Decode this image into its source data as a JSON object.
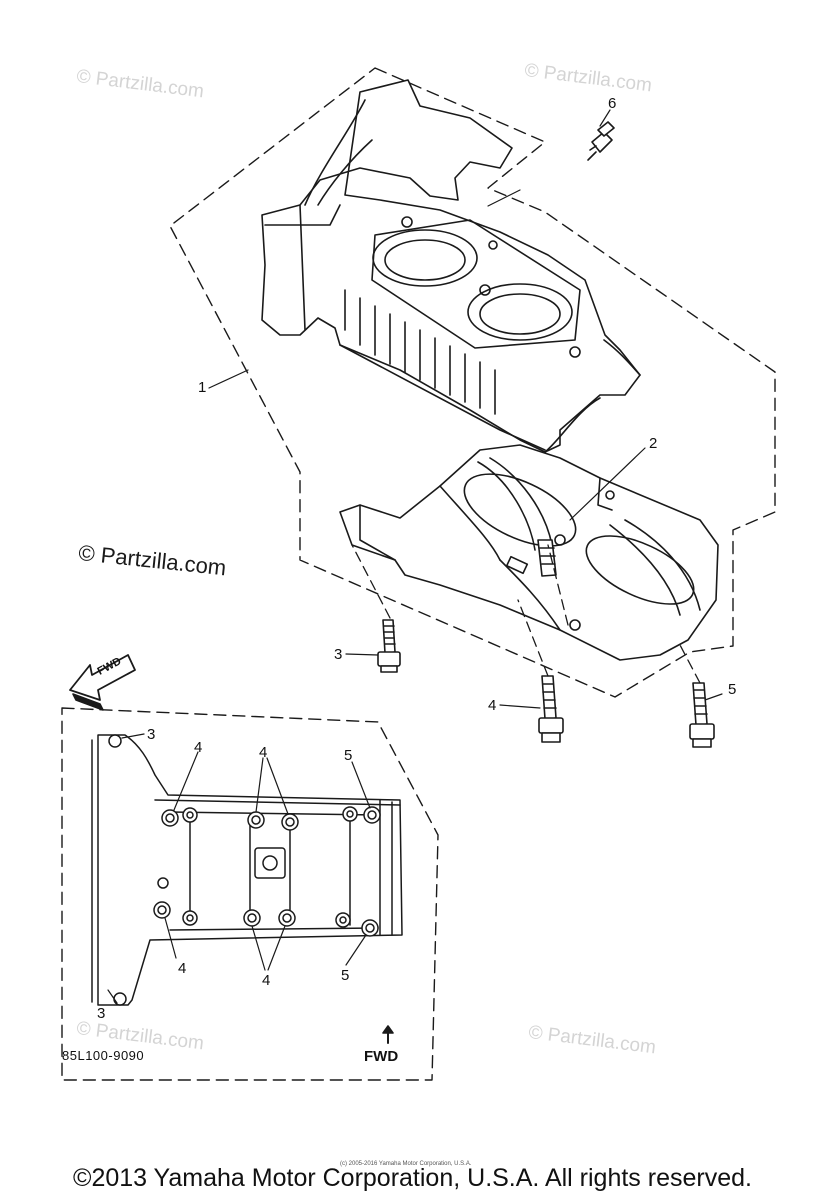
{
  "watermarks": {
    "top_left": "© Partzilla.com",
    "top_right": "© Partzilla.com",
    "middle_left": "© Partzilla.com",
    "bottom_left": "© Partzilla.com",
    "bottom_right": "© Partzilla.com"
  },
  "callouts": {
    "p1": "1",
    "p2": "2",
    "p3": "3",
    "p4": "4",
    "p5": "5",
    "p6": "6"
  },
  "inset_callouts": {
    "top_3": "3",
    "top_4a": "4",
    "top_4b": "4",
    "top_5": "5",
    "bottom_4a": "4",
    "bottom_4b": "4",
    "bottom_5": "5",
    "bottom_3": "3"
  },
  "fwd_arrow_label": "FWD",
  "inset_fwd_label": "FWD",
  "diagram_code": "85L100-9090",
  "tiny_credit": "(c) 2005-2016 Yamaha Motor Corporation, U.S.A.",
  "copyright": "©2013 Yamaha Motor Corporation, U.S.A. All rights reserved."
}
